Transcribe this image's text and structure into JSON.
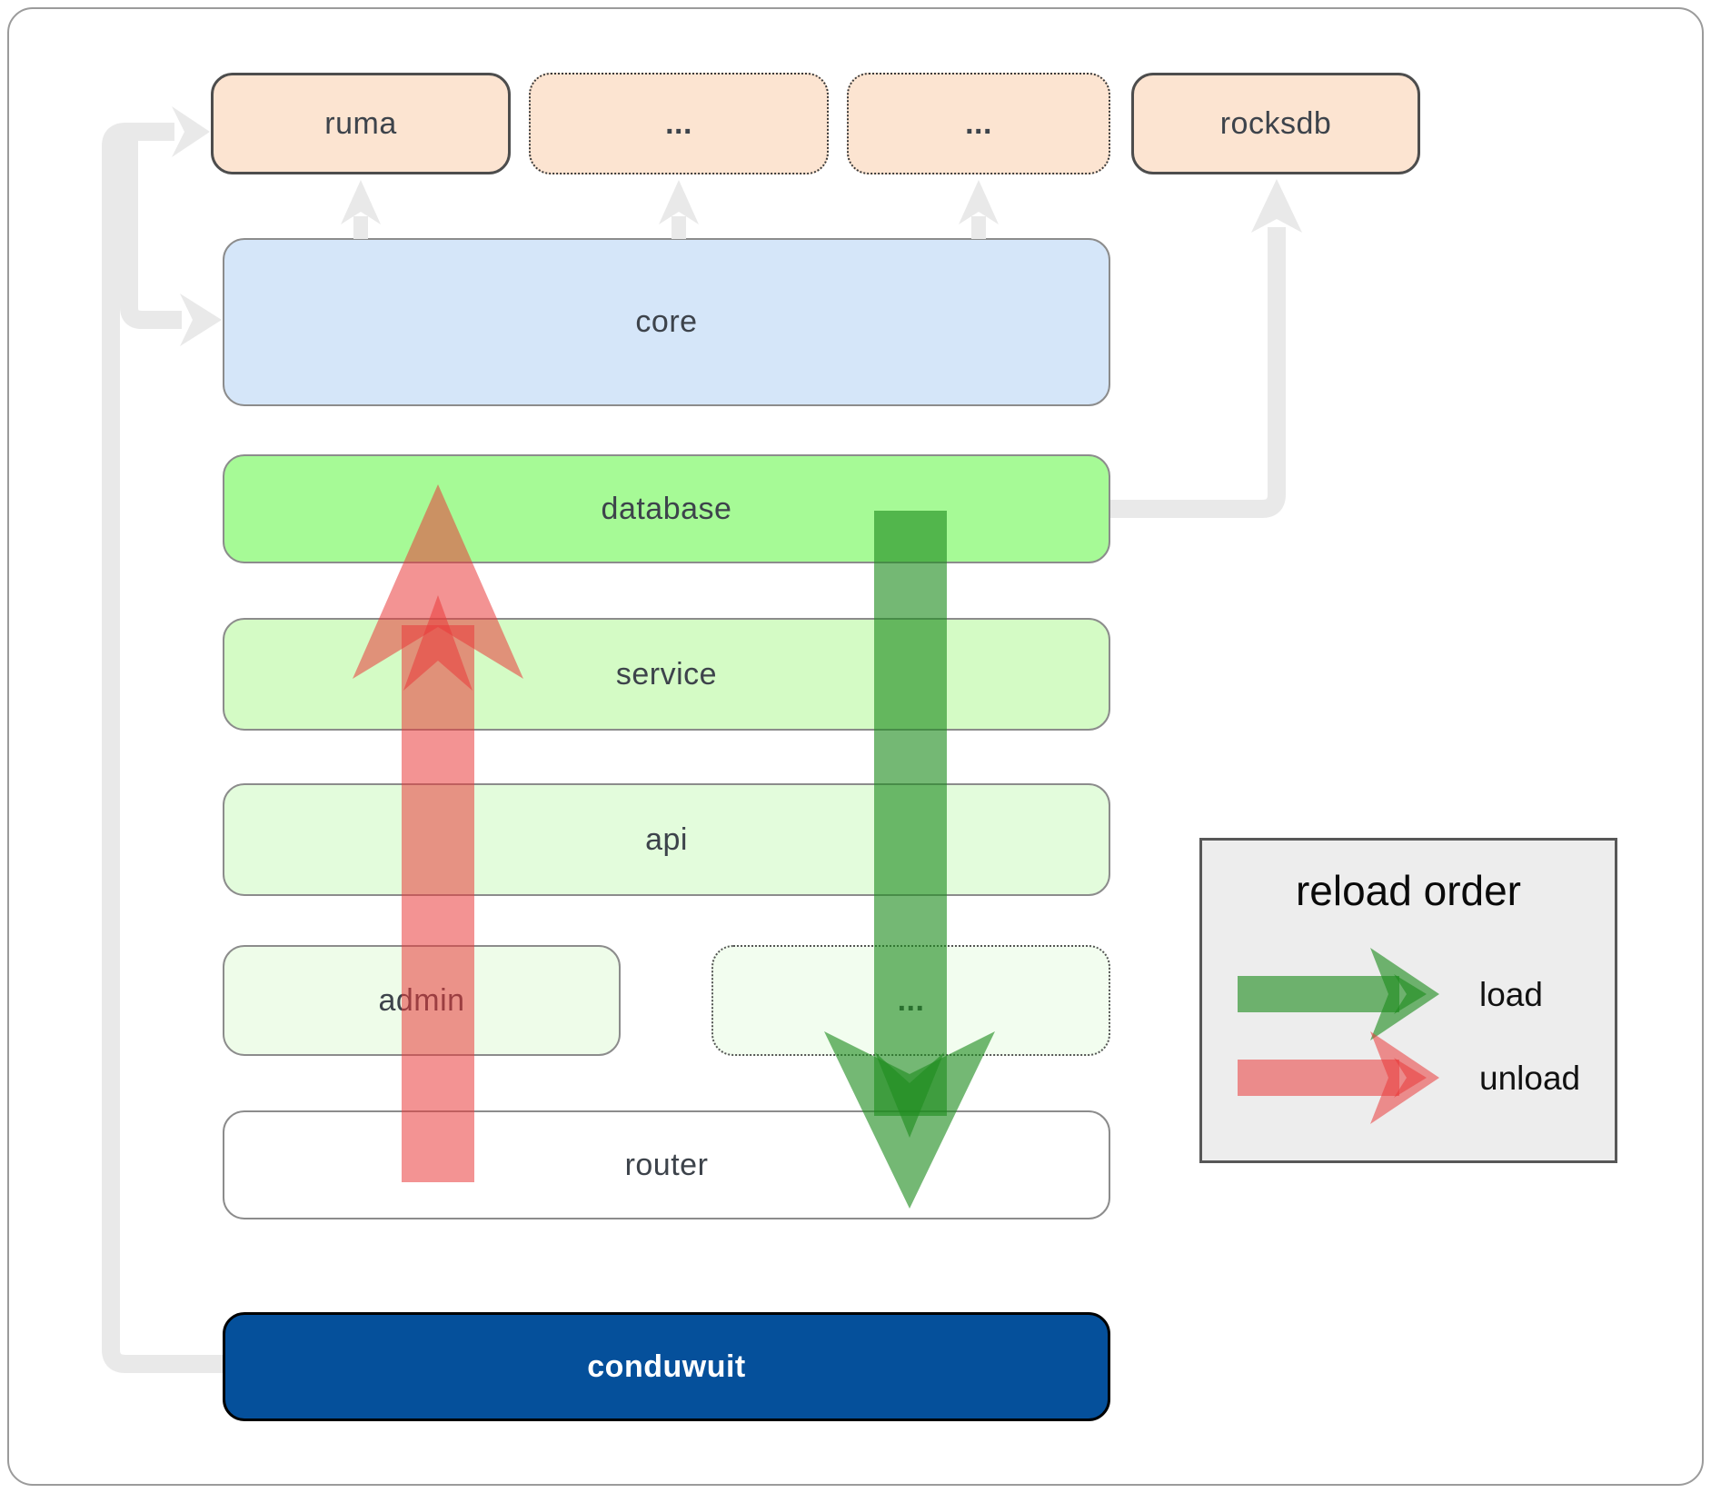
{
  "boxes": {
    "ruma": "ruma",
    "ellipsis1": "...",
    "ellipsis2": "...",
    "rocksdb": "rocksdb",
    "core": "core",
    "database": "database",
    "service": "service",
    "api": "api",
    "admin": "admin",
    "ellipsis3": "...",
    "router": "router",
    "conduwuit": "conduwuit"
  },
  "legend": {
    "title": "reload order",
    "load_label": "load",
    "unload_label": "unload"
  },
  "colors": {
    "load_arrow": "#1f8c1f",
    "unload_arrow": "#ea3b3b",
    "connector": "#e9e9e9",
    "database_fill": "#a6fa96",
    "core_fill": "#d5e6f9",
    "peach_fill": "#fce4d1",
    "conduwuit_fill": "#05509b",
    "legend_bg": "#ededed"
  }
}
